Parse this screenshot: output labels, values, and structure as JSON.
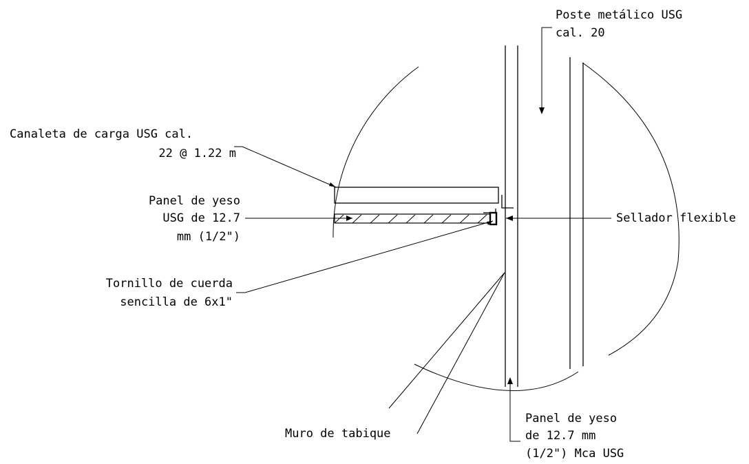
{
  "labels": {
    "poste_line1": "Poste metálico USG",
    "poste_line2": "cal. 20",
    "canaleta_line1": "Canaleta de carga USG cal.",
    "canaleta_line2": "22 @ 1.22 m",
    "panel_line1": "Panel de yeso",
    "panel_line2": "USG de 12.7",
    "panel_line3": "mm (1/2\")",
    "sellador": "Sellador flexible",
    "tornillo_line1": "Tornillo de cuerda",
    "tornillo_line2": "sencilla de 6x1\"",
    "muro": "Muro de tabique",
    "panel2_line1": "Panel de yeso",
    "panel2_line2": "de 12.7 mm",
    "panel2_line3": "(1/2\") Mca USG"
  }
}
